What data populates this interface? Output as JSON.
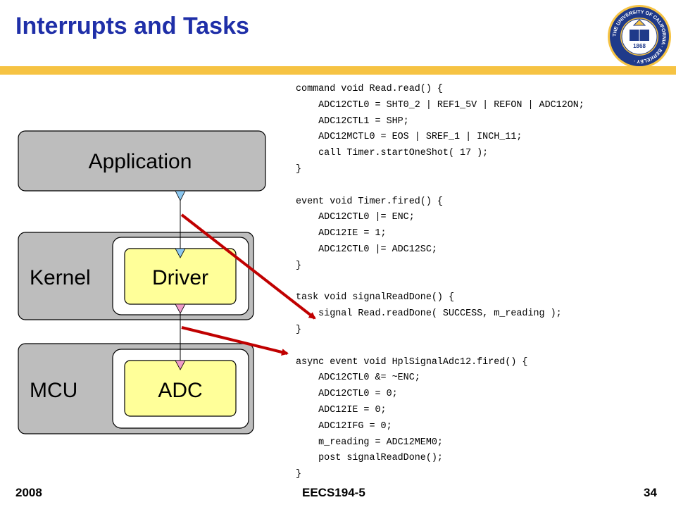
{
  "slide": {
    "title": "Interrupts and Tasks",
    "footer": {
      "left": "2008",
      "center": "EECS194-5",
      "right": "34"
    }
  },
  "diagram": {
    "application_label": "Application",
    "kernel_label": "Kernel",
    "driver_label": "Driver",
    "mcu_label": "MCU",
    "adc_label": "ADC"
  },
  "code": {
    "lines": [
      "command void Read.read() {",
      "    ADC12CTL0 = SHT0_2 | REF1_5V | REFON | ADC12ON;",
      "    ADC12CTL1 = SHP;",
      "    ADC12MCTL0 = EOS | SREF_1 | INCH_11;",
      "    call Timer.startOneShot( 17 );",
      "}",
      "",
      "event void Timer.fired() {",
      "    ADC12CTL0 |= ENC;",
      "    ADC12IE = 1;",
      "    ADC12CTL0 |= ADC12SC;",
      "}",
      "",
      "task void signalReadDone() {",
      "    signal Read.readDone( SUCCESS, m_reading );",
      "}",
      "",
      "async event void HplSignalAdc12.fired() {",
      "    ADC12CTL0 &= ~ENC;",
      "    ADC12CTL0 = 0;",
      "    ADC12IE = 0;",
      "    ADC12IFG = 0;",
      "    m_reading = ADC12MEM0;",
      "    post signalReadDone();",
      "}"
    ]
  },
  "colors": {
    "title": "#1f2fa8",
    "rule": "#f6c343",
    "layer_gray": "#bdbdbd",
    "component_yellow": "#ffff99",
    "arrow_red": "#c00000",
    "interface_blue": "#8cc8f0",
    "interface_pink": "#f09cc8"
  },
  "seal": {
    "ring_text": "THE UNIVERSITY OF CALIFORNIA · BERKELEY ·",
    "year": "1868"
  }
}
